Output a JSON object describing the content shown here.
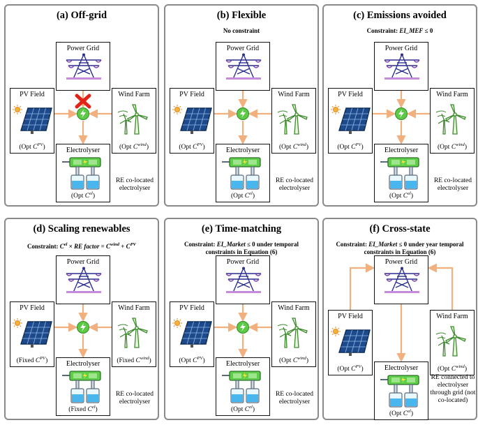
{
  "colors": {
    "link": "#f2b07e",
    "hub": "#5cc947",
    "cross": "#e2231a",
    "border": "#8a8a8a"
  },
  "icons": {
    "grid": "power-grid-tower-icon",
    "pv": "solar-panel-icon",
    "wind": "wind-turbine-icon",
    "electrolyser": "electrolyser-icon",
    "hub": "lightning-hub-icon",
    "blocked": "red-cross-icon"
  },
  "node_labels": {
    "grid": "Power Grid",
    "pv": "PV Field",
    "wind": "Wind Farm",
    "electrolyser": "Electrolyser"
  },
  "panels": [
    {
      "title": "(a) Off-grid",
      "constraint": "",
      "pv_sub": {
        "prefix": "(Opt ",
        "var": "C",
        "sup": "PV",
        "suffix": ")"
      },
      "wind_sub": {
        "prefix": "(Opt ",
        "var": "C",
        "sup": "wind",
        "suffix": ")"
      },
      "el_sub": {
        "prefix": "(Opt ",
        "var": "C",
        "sup": "el",
        "suffix": ")"
      },
      "note": "RE co-located electrolyser",
      "topology": "colocated",
      "grid_blocked": true
    },
    {
      "title": "(b) Flexible",
      "constraint": "No constraint",
      "pv_sub": {
        "prefix": "(Opt ",
        "var": "C",
        "sup": "PV",
        "suffix": ")"
      },
      "wind_sub": {
        "prefix": "(Opt ",
        "var": "C",
        "sup": "wind",
        "suffix": ")"
      },
      "el_sub": {
        "prefix": "(Opt ",
        "var": "C",
        "sup": "el",
        "suffix": ")"
      },
      "note": "RE co-located electrolyser",
      "topology": "colocated",
      "grid_blocked": false
    },
    {
      "title": "(c) Emissions avoided",
      "constraint": "Constraint: EI_MEF ≤ 0",
      "pv_sub": {
        "prefix": "(Opt ",
        "var": "C",
        "sup": "PV",
        "suffix": ")"
      },
      "wind_sub": {
        "prefix": "(Opt ",
        "var": "C",
        "sup": "wind",
        "suffix": ")"
      },
      "el_sub": {
        "prefix": "(Opt ",
        "var": "C",
        "sup": "el",
        "suffix": ")"
      },
      "note": "RE co-located electrolyser",
      "topology": "colocated",
      "grid_blocked": false
    },
    {
      "title": "(d) Scaling renewables",
      "constraint": "Constraint: Cel × RE factor = Cwind + CPV",
      "pv_sub": {
        "prefix": "(Fixed ",
        "var": "C",
        "sup": "PV",
        "suffix": ")"
      },
      "wind_sub": {
        "prefix": "(Fixed ",
        "var": "C",
        "sup": "wind",
        "suffix": ")"
      },
      "el_sub": {
        "prefix": "(Fixed ",
        "var": "C",
        "sup": "el",
        "suffix": ")"
      },
      "note": "RE co-located electrolyser",
      "topology": "colocated",
      "grid_blocked": false
    },
    {
      "title": "(e) Time-matching",
      "constraint": "Constraint: EI_Market ≤ 0 under temporal constraints in Equation (6)",
      "pv_sub": {
        "prefix": "(Opt ",
        "var": "C",
        "sup": "PV",
        "suffix": ")"
      },
      "wind_sub": {
        "prefix": "(Opt ",
        "var": "C",
        "sup": "wind",
        "suffix": ")"
      },
      "el_sub": {
        "prefix": "(Opt ",
        "var": "C",
        "sup": "el",
        "suffix": ")"
      },
      "note": "RE co-located electrolyser",
      "topology": "colocated",
      "grid_blocked": false
    },
    {
      "title": "(f) Cross-state",
      "constraint": "Constraint: EI_Market ≤ 0 under year temporal constraints in Equation (6)",
      "pv_sub": {
        "prefix": "(Opt ",
        "var": "C",
        "sup": "PV",
        "suffix": ")"
      },
      "wind_sub": {
        "prefix": "(Opt ",
        "var": "C",
        "sup": "wind",
        "suffix": ")"
      },
      "el_sub": {
        "prefix": "(Opt ",
        "var": "C",
        "sup": "el",
        "suffix": ")"
      },
      "note": "RE connected to electrolyser through grid (not co-located)",
      "topology": "cross-state",
      "grid_blocked": false
    }
  ]
}
